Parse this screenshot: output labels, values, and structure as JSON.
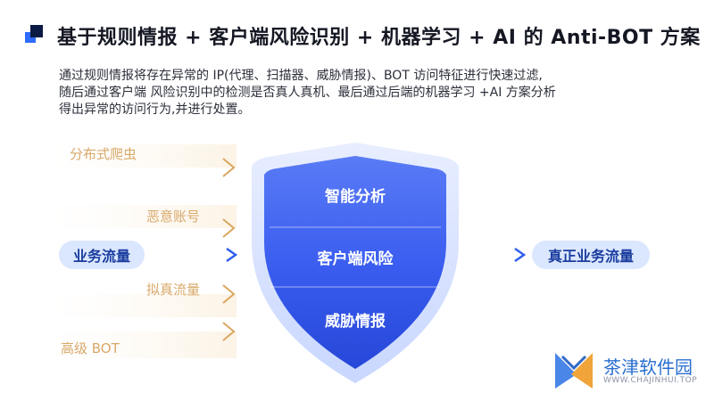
{
  "header": {
    "title": "基于规则情报 + 客户端风险识别 + 机器学习 + AI 的 Anti-BOT 方案"
  },
  "description": [
    "通过规则情报将存在异常的 IP(代理、扫描器、威胁情报)、BOT 访问特征进行快速过滤,",
    "随后通过客户端 风险识别中的检测是否真人真机、最后通过后端的机器学习 +AI 方案分析",
    "得出异常的访问行为,并进行处置。"
  ],
  "threats": [
    "分布式爬虫",
    "恶意账号",
    "拟真流量",
    "高级 BOT"
  ],
  "input_flow": "业务流量",
  "shield_layers": [
    "智能分析",
    "客户端风险",
    "威胁情报"
  ],
  "output_flow": "真正业务流量",
  "watermark": {
    "name": "茶津软件园",
    "url": "WWW.CHAJINHUI.TOP"
  },
  "colors": {
    "accent": "#2f6bff",
    "threat": "#d8a868",
    "pill_bg": "#dbe7ff",
    "shield": "#3e62f0"
  }
}
